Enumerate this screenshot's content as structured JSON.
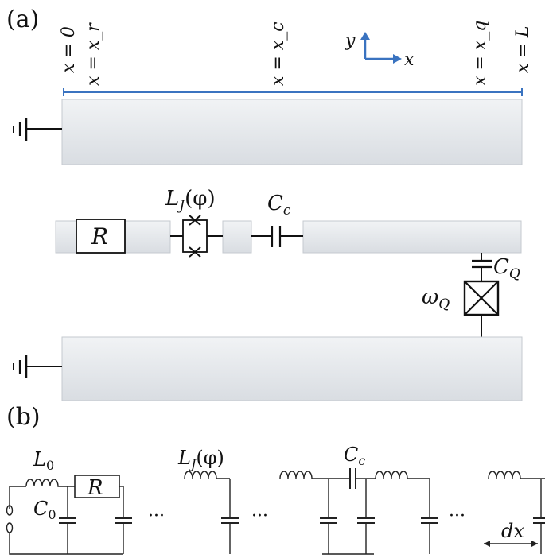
{
  "panels": {
    "a": "(a)",
    "b": "(b)"
  },
  "axis_labels": {
    "x0": "x = 0",
    "xr": "x = x_r",
    "xc": "x = x_c",
    "xq": "x = x_q",
    "xL": "x = L"
  },
  "coords": {
    "y": "y",
    "x": "x"
  },
  "components_a": {
    "resistor": "R",
    "junction_prefix": "L",
    "junction_sub": "J",
    "junction_suffix": "(φ)",
    "coupling_cap": "C",
    "coupling_cap_sub": "c",
    "qubit_cap": "C",
    "qubit_cap_sub": "Q",
    "qubit_freq": "ω",
    "qubit_freq_sub": "Q"
  },
  "components_b": {
    "L0": "L",
    "L0_sub": "0",
    "C0": "C",
    "C0_sub": "0",
    "resistor": "R",
    "junction_prefix": "L",
    "junction_sub": "J",
    "junction_suffix": "(φ)",
    "coupling_cap": "C",
    "coupling_cap_sub": "c",
    "ellipsis": "···",
    "dx": "dx"
  },
  "colors": {
    "waveguide": "#e3e6ea",
    "accent": "#3a73c0"
  }
}
